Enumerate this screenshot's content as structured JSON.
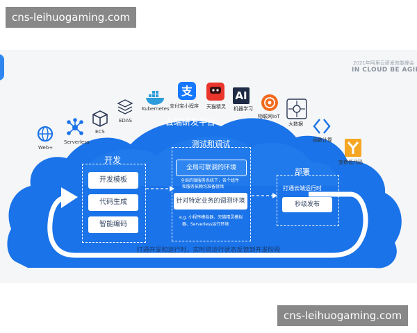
{
  "watermark": {
    "top": "cns-leihuogaming.com",
    "bottom": "cns-leihuogaming.com"
  },
  "header": {
    "subtitle": "2021年阿里云研发效能峰会",
    "slogan": "IN CLOUD BE AGILE"
  },
  "platform_title": "云端研发平台",
  "icons": [
    {
      "name": "globe-network-icon",
      "label": "Web+"
    },
    {
      "name": "serverless-molecule-icon",
      "label": "Serverless"
    },
    {
      "name": "ecs-cube-icon",
      "label": "ECS"
    },
    {
      "name": "edas-stack-icon",
      "label": "EDAS"
    },
    {
      "name": "kubernetes-whale-icon",
      "label": "Kubernetes"
    },
    {
      "name": "alipay-icon",
      "label": "支付宝小程序"
    },
    {
      "name": "tmall-genie-icon",
      "label": "天猫精灵"
    },
    {
      "name": "ai-icon",
      "label": "机器学习",
      "glyph": "AI"
    },
    {
      "name": "iot-icon",
      "label": "物联网IoT"
    },
    {
      "name": "big-data-icon",
      "label": "大数据"
    },
    {
      "name": "function-compute-icon",
      "label": "函数计算"
    },
    {
      "name": "yida-lowcode-icon",
      "label": "宜搭低代码"
    }
  ],
  "sections": {
    "develop": {
      "title": "开发",
      "items": [
        "开发模板",
        "代码生成",
        "智能编码"
      ]
    },
    "debug": {
      "title": "测试和调试",
      "item1": "全局可联调的环境",
      "note1": "全局的微服务系统下，各个组件和服务依赖均准备就绪",
      "item2": "针对特定业务的调测环境",
      "note2": "e.g. 小程序模拟器、天猫精灵模拟器、Serverless运行环境"
    },
    "deploy": {
      "title": "部署",
      "subtitle": "打通云端运行时",
      "item": "秒级发布"
    }
  },
  "footer": "打通开发和运行时，实时将运行状态反馈到开发阶段",
  "colors": {
    "cloud": "#1a73e8",
    "cloud_light": "#2f86f0",
    "text_dark": "#3a4a66",
    "accent_red": "#e9352b"
  }
}
